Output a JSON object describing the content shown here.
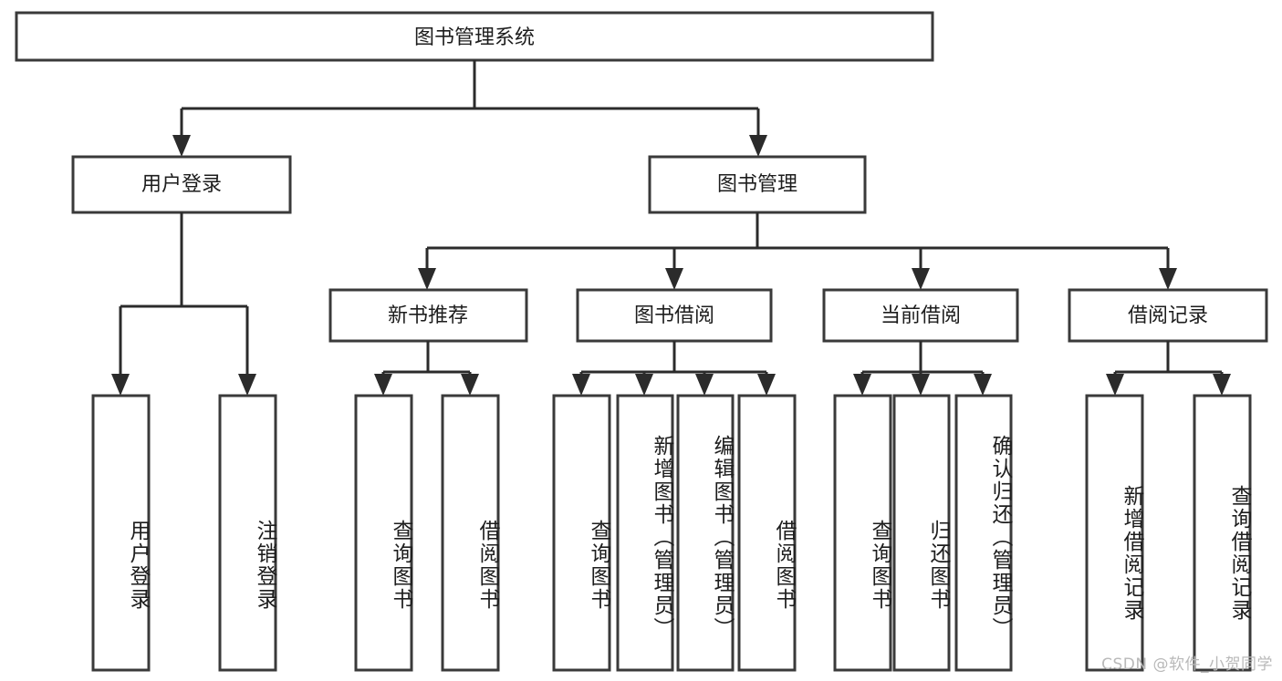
{
  "diagram": {
    "type": "tree-hierarchy",
    "title": "图书管理系统",
    "orientation": "top-down",
    "colors": {
      "background": "#ffffff",
      "box_fill": "#ffffff",
      "box_stroke": "#3a3a3a",
      "connector": "#2b2b2b",
      "text": "#1d1d1d",
      "watermark": "#b9b9b9"
    },
    "root": {
      "label": "图书管理系统"
    },
    "level2": [
      {
        "label": "用户登录"
      },
      {
        "label": "图书管理"
      }
    ],
    "level3": [
      {
        "label": "新书推荐"
      },
      {
        "label": "图书借阅"
      },
      {
        "label": "当前借阅"
      },
      {
        "label": "借阅记录"
      }
    ],
    "leaves": {
      "user_login": [
        {
          "label": "用户登录"
        },
        {
          "label": "注销登录"
        }
      ],
      "new_book_recommend": [
        {
          "label": "查询图书"
        },
        {
          "label": "借阅图书"
        }
      ],
      "book_borrow": [
        {
          "label": "查询图书"
        },
        {
          "label": "新增图书（管理员）"
        },
        {
          "label": "编辑图书（管理员）"
        },
        {
          "label": "借阅图书"
        }
      ],
      "current_borrow": [
        {
          "label": "查询图书"
        },
        {
          "label": "归还图书"
        },
        {
          "label": "确认归还（管理员）"
        }
      ],
      "borrow_record": [
        {
          "label": "新增借阅记录"
        },
        {
          "label": "查询借阅记录"
        }
      ]
    },
    "watermark": "CSDN @软件_小贺同学"
  }
}
